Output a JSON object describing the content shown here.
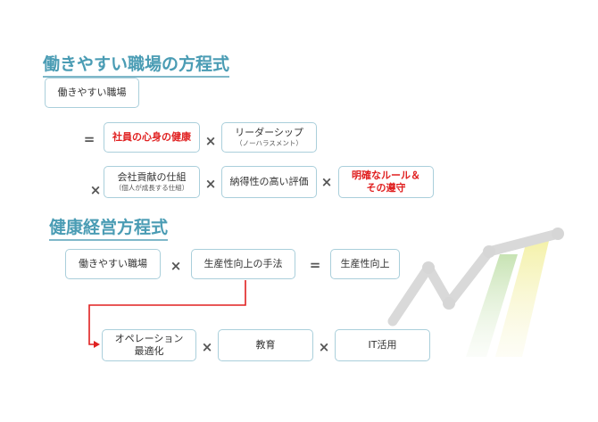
{
  "section1": {
    "title": "働きやすい職場の方程式",
    "lhs": "働きやすい職場",
    "row1": {
      "eq": "=",
      "item1": "社員の心身の健康",
      "times1": "×",
      "item2": {
        "main": "リーダーシップ",
        "sub": "（ノーハラスメント）"
      }
    },
    "row2": {
      "times0": "×",
      "item1": {
        "main": "会社貢献の仕組",
        "sub": "（個人が成長する仕組）"
      },
      "times1": "×",
      "item2": "納得性の高い評価",
      "times2": "×",
      "item3": {
        "line1": "明確なルール＆",
        "line2": "その遵守"
      }
    }
  },
  "section2": {
    "title": "健康経営方程式",
    "row1": {
      "item1": "働きやすい職場",
      "times": "×",
      "item2": "生産性向上の手法",
      "eq": "=",
      "result": "生産性向上"
    },
    "row2": {
      "item1": {
        "line1": "オペレーション",
        "line2": "最適化"
      },
      "times1": "×",
      "item2": "教育",
      "times2": "×",
      "item3": "IT活用"
    }
  },
  "colors": {
    "heading": "#4a9cb4",
    "box_border": "#aacfdb",
    "emphasis": "#e02020",
    "arrow": "#e02020"
  }
}
